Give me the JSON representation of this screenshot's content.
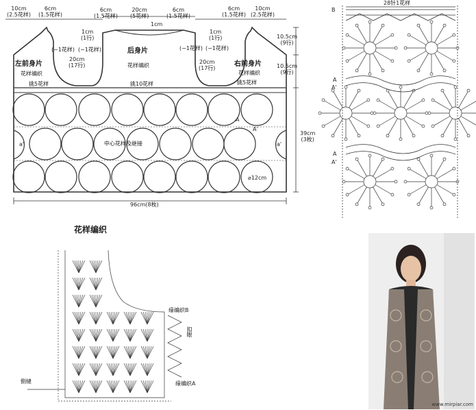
{
  "top_dims": {
    "left_a": "10cm",
    "left_a_sub": "(2.5花样)",
    "left_b": "6cm",
    "left_b_sub": "(1.5花样)",
    "mid_a": "6cm",
    "mid_a_sub": "(1.5花样)",
    "mid_b": "20cm",
    "mid_b_sub": "(5花样)",
    "mid_c": "6cm",
    "mid_c_sub": "(1.5花样)",
    "mid_d": "1cm",
    "right_a": "6cm",
    "right_a_sub": "(1.5花样)",
    "right_b": "10cm",
    "right_b_sub": "(2.5花样)"
  },
  "body_labels": {
    "back": "后身片",
    "back_sub": "花样编织",
    "left_front": "左前身片",
    "left_front_sub": "花样编织",
    "right_front": "右前身片",
    "right_front_sub": "花样编织",
    "left_shape_1": "(−1花样)",
    "left_shape_2": "(−1花样)",
    "right_shape_1": "(−1花样)",
    "right_shape_2": "(−1花样)",
    "left_1cm": "1cm",
    "left_1cm_sub": "(1行)",
    "right_1cm": "1cm",
    "right_1cm_sub": "(1行)",
    "left_20": "20cm",
    "left_20_sub": "(17行)",
    "right_20": "20cm",
    "right_20_sub": "(17行)",
    "pick_left": "挑5花样",
    "pick_mid": "挑10花样",
    "pick_right": "挑5花样",
    "side_105a": "10.5cm",
    "side_105a_sub": "(9行)",
    "side_105b": "10.5cm",
    "side_105b_sub": "(9行)",
    "side_39": "39cm",
    "side_39_sub": "(3枚)",
    "center": "中心花样及继接",
    "marker_a": "A",
    "marker_a_prime": "A'",
    "marker_a_left": "a'",
    "marker_a_right": "a'",
    "circle_size": "⌀12cm",
    "bottom_width": "96cm(8枚)"
  },
  "chart_right": {
    "title": "28针1花样",
    "marker_b": "B",
    "marker_a1": "A",
    "marker_a1p": "A'",
    "marker_a2": "A",
    "marker_a2p": "A'"
  },
  "pattern_chart": {
    "title": "花样编织",
    "edge_label": "缘编织B",
    "buttonhole": "扣眼",
    "side_label": "侧缝",
    "bottom_label": "缘编织A"
  },
  "watermark": "www.mirpiar.com",
  "colors": {
    "ink": "#333333",
    "paper": "#ffffff",
    "photo_bg": "#f2f2f2"
  }
}
